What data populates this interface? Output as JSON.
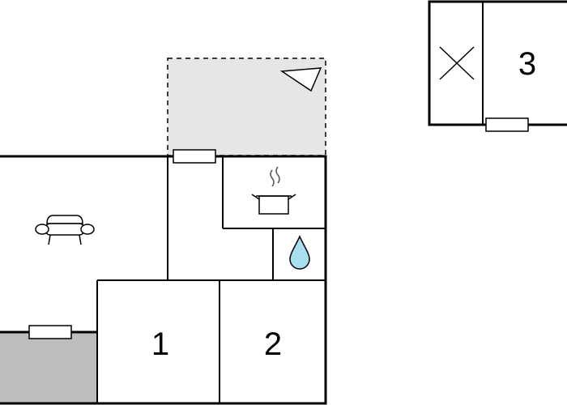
{
  "rooms": [
    {
      "number": "1"
    },
    {
      "number": "2"
    },
    {
      "number": "3"
    }
  ],
  "icons": {
    "sofa": "sofa-icon",
    "cooking_pot": "cooking-pot-icon",
    "water_drop": "water-drop-icon",
    "cross_mark": "cross-mark-icon",
    "compass": "north-arrow-icon"
  },
  "colors": {
    "wall": "#000000",
    "terrace_fill": "#e6e6e6",
    "patio_fill": "#bdbdbd",
    "water_drop": "#a8dff0"
  }
}
